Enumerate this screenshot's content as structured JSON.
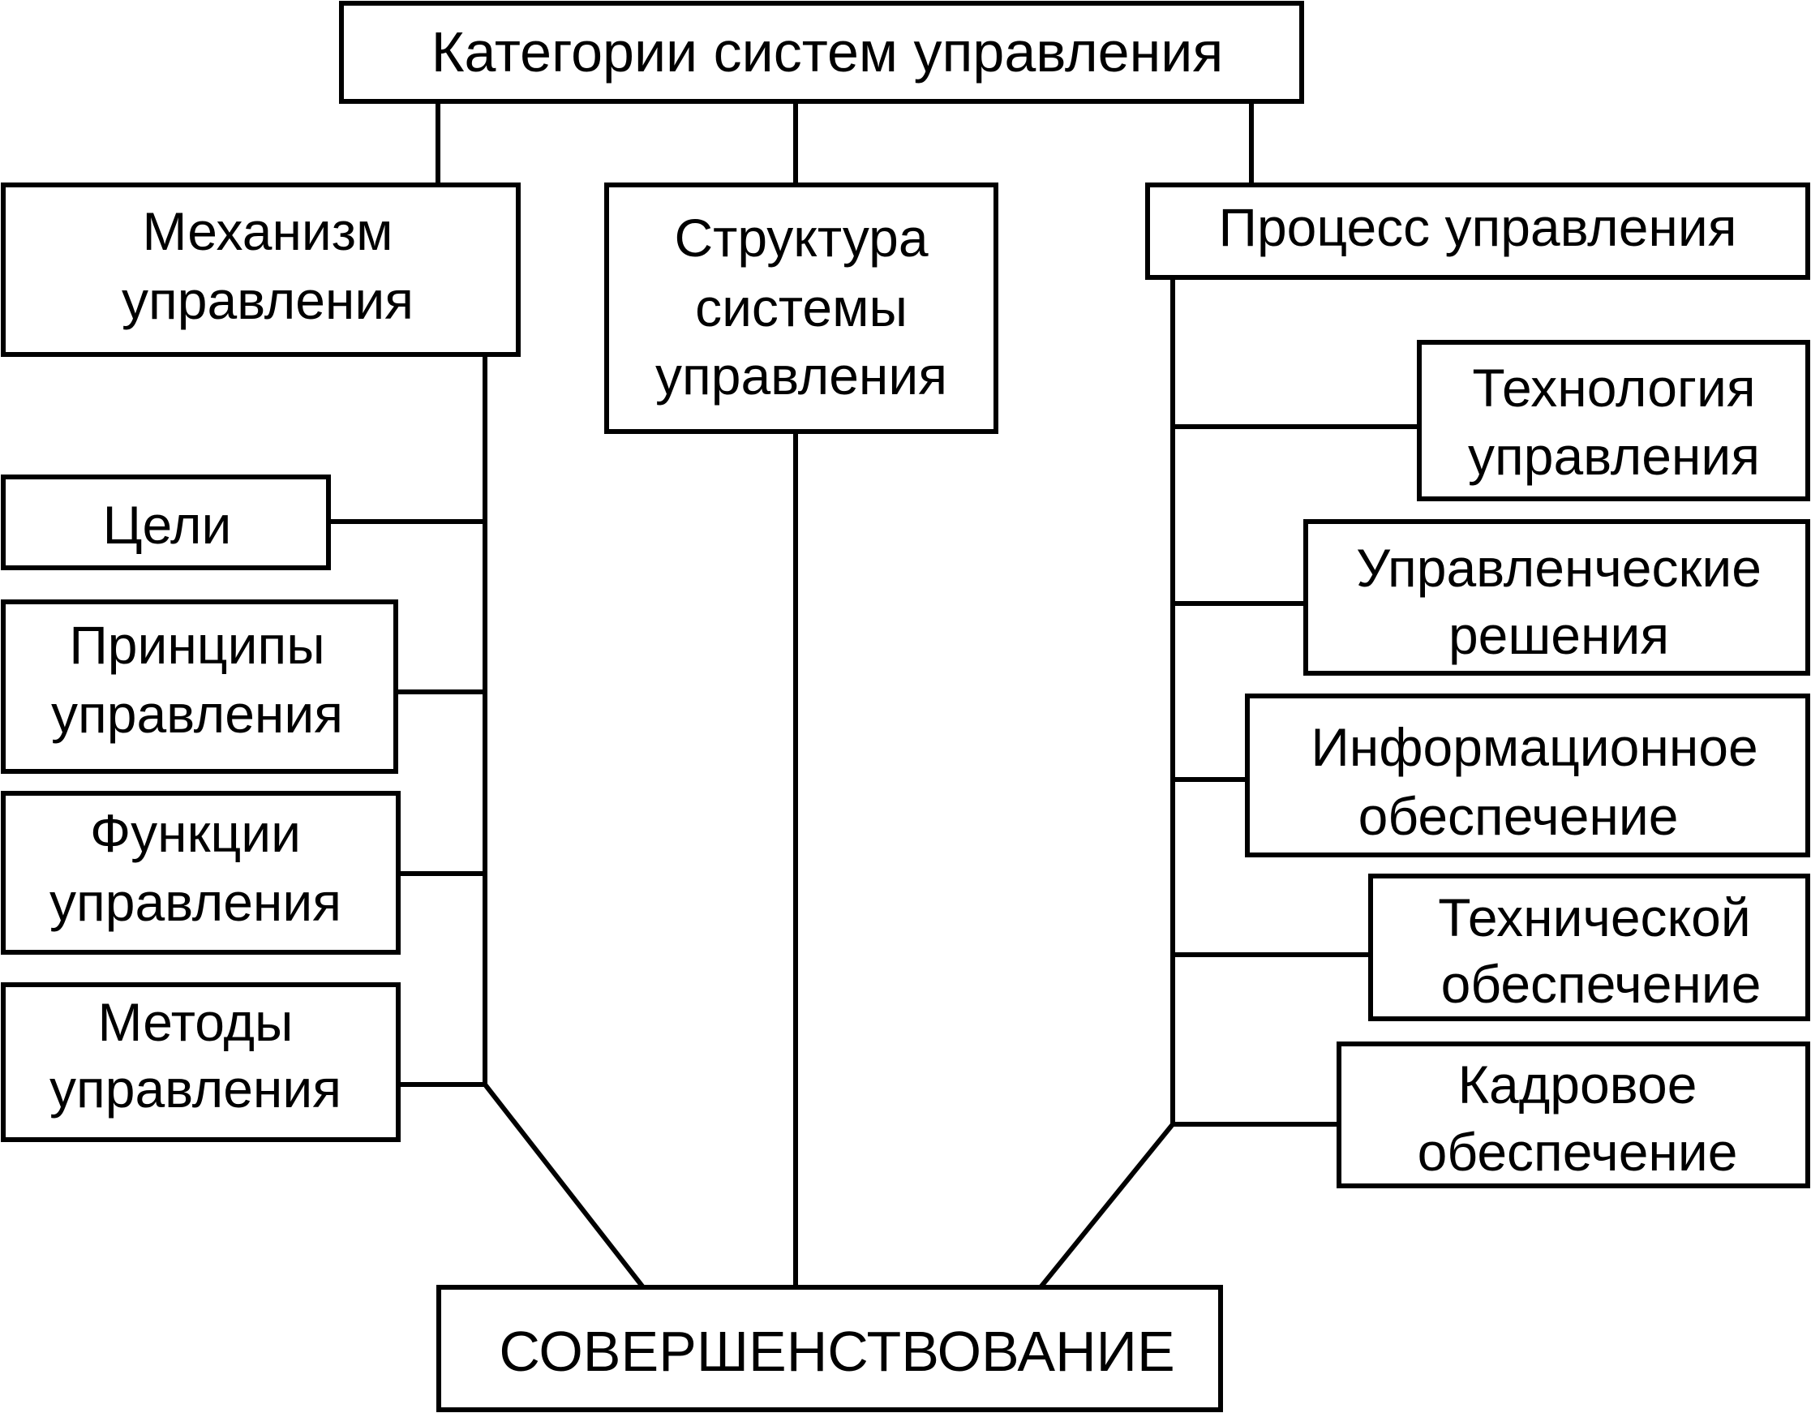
{
  "top": "Категории систем управления",
  "mechanism": {
    "line1": "Механизм",
    "line2": "управления"
  },
  "structure": {
    "line1": "Структура",
    "line2": "системы",
    "line3": "управления"
  },
  "process": "Процесс управления",
  "mechanism_items": [
    {
      "line1": "Цели"
    },
    {
      "line1": "Принципы",
      "line2": "управления"
    },
    {
      "line1": "Функции",
      "line2": "управления"
    },
    {
      "line1": "Методы",
      "line2": "управления"
    }
  ],
  "process_items": [
    {
      "line1": "Технология",
      "line2": "управления"
    },
    {
      "line1": "Управленческие",
      "line2": "решения"
    },
    {
      "line1": "Информационное",
      "line2": "обеспечение"
    },
    {
      "line1": "Технической",
      "line2": "обеспечение"
    },
    {
      "line1": "Кадровое",
      "line2": "обеспечение"
    }
  ],
  "bottom": "СОВЕРШЕНСТВОВАНИЕ"
}
